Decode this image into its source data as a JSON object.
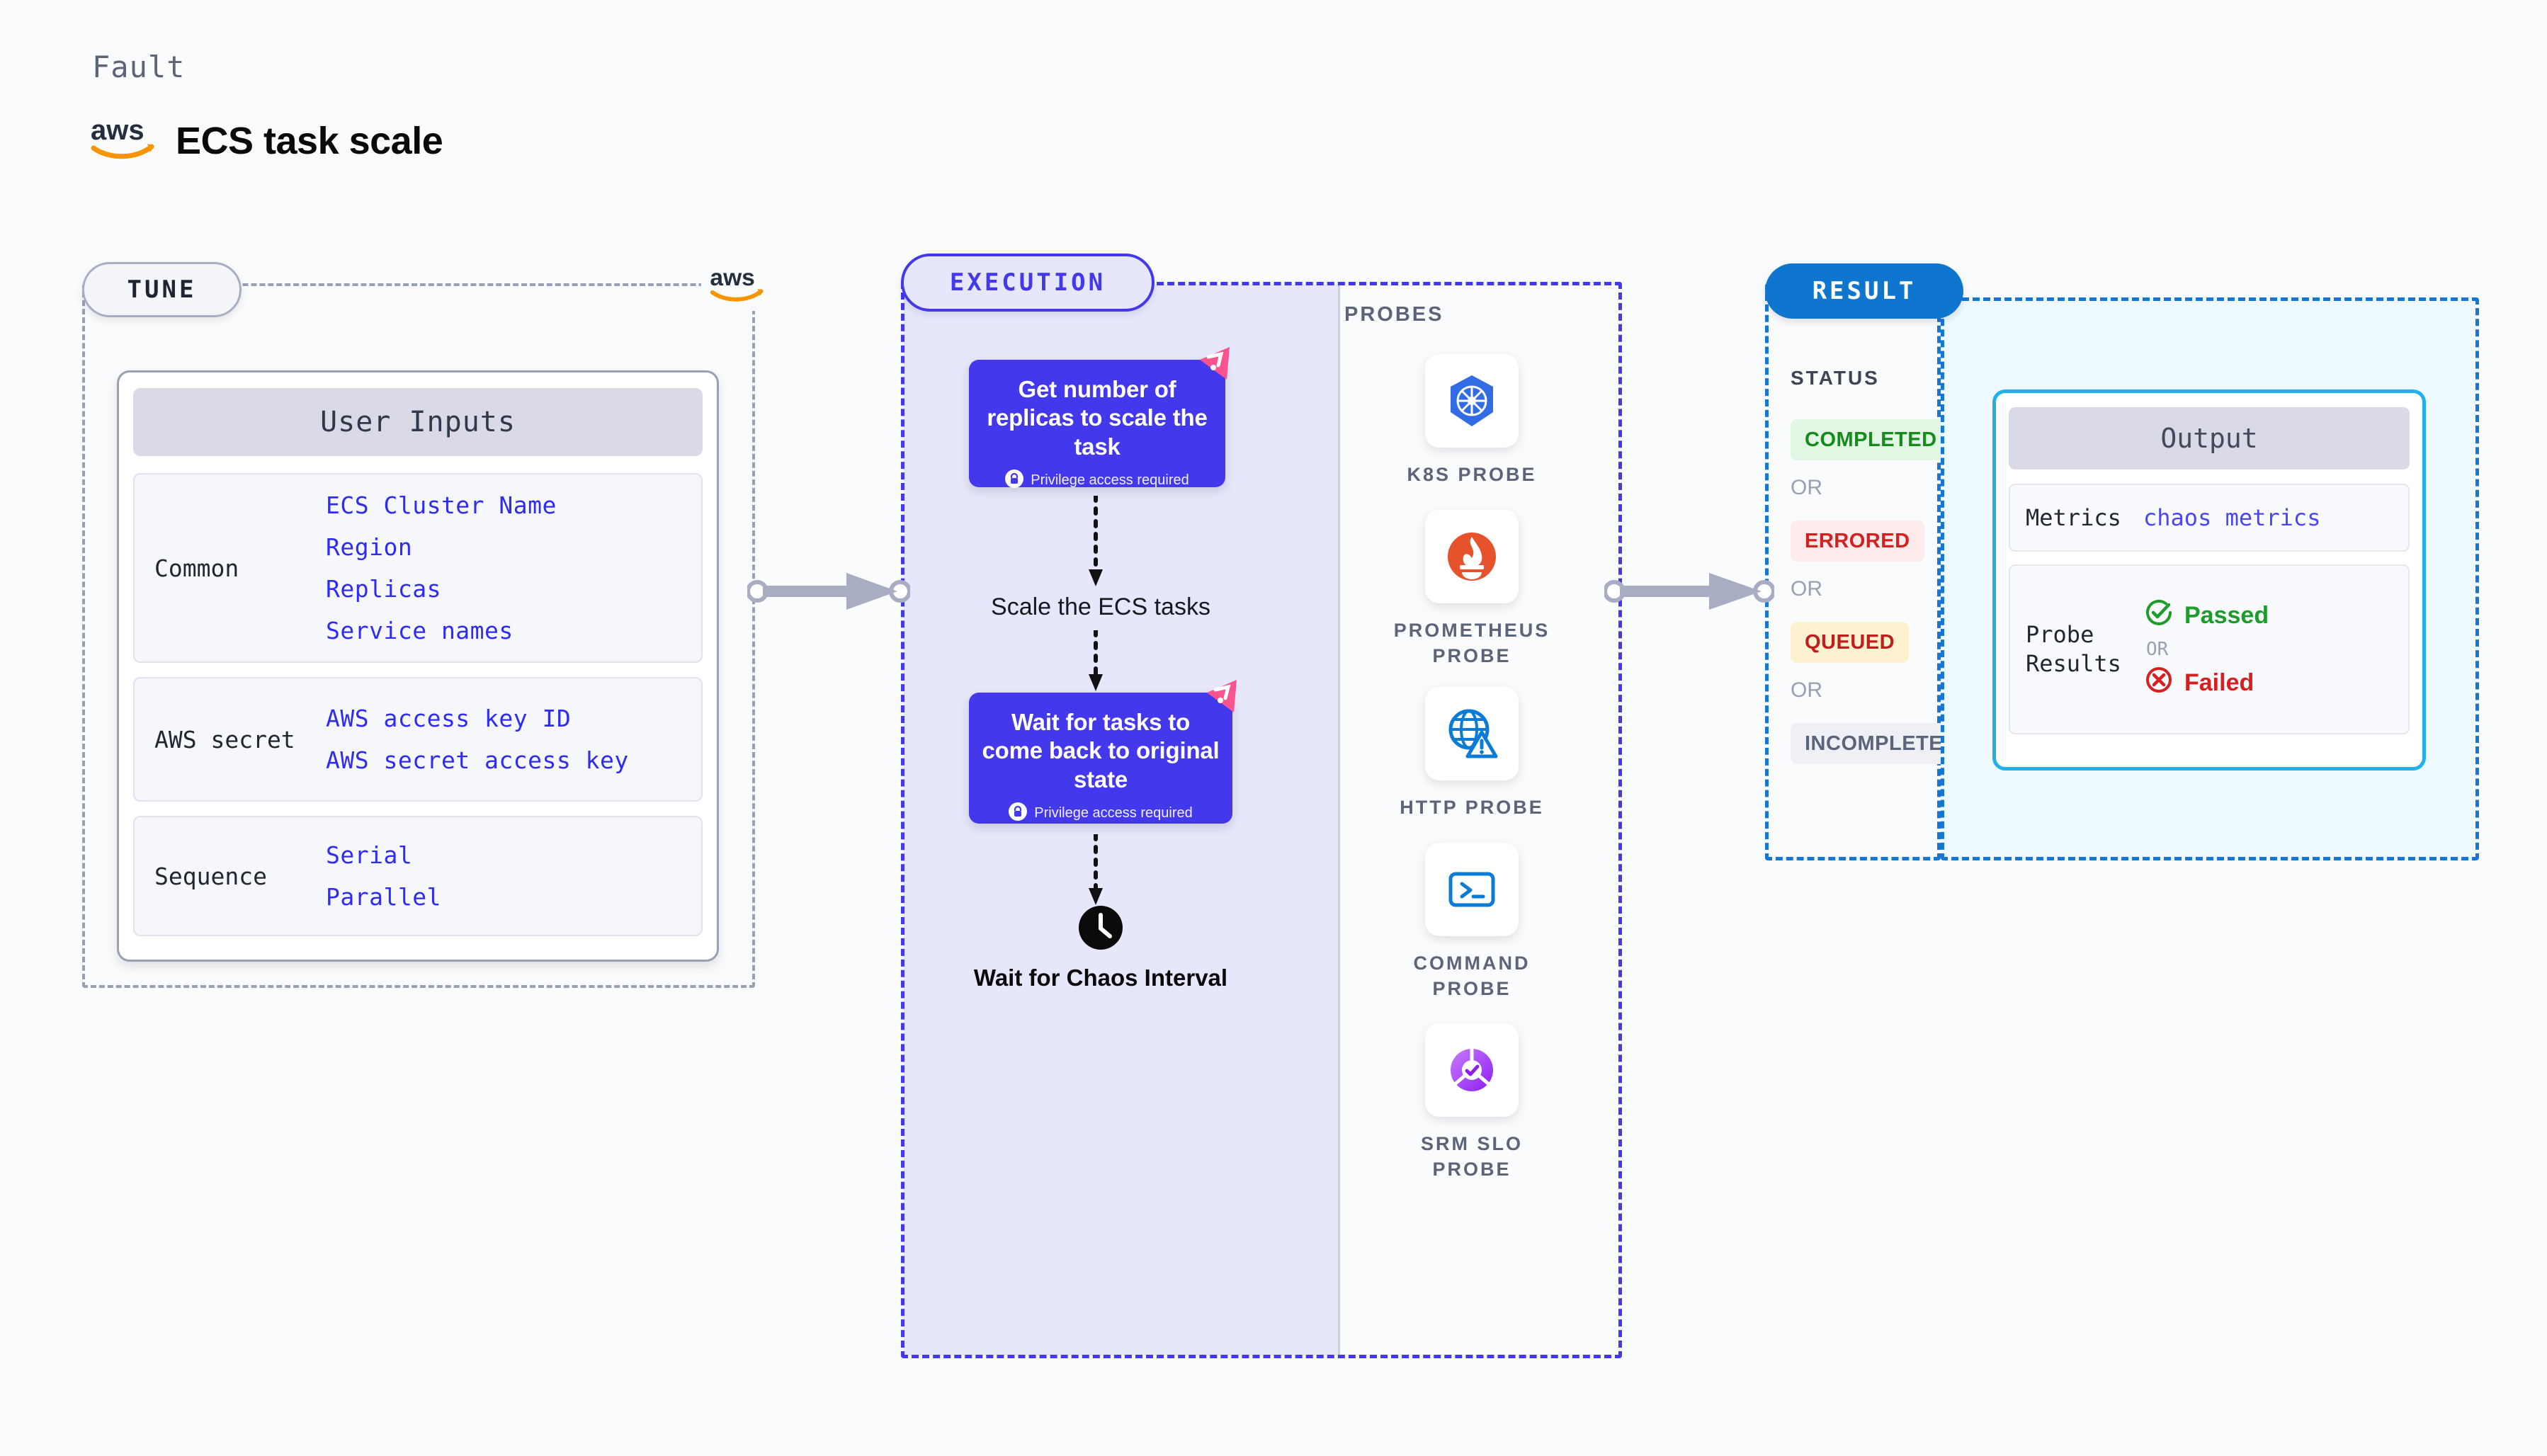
{
  "header": {
    "eyebrow": "Fault",
    "title": "ECS task scale",
    "logo_icon": "aws-logo-icon"
  },
  "tune": {
    "badge": "TUNE",
    "aws_icon": "aws-logo-icon",
    "card_title": "User Inputs",
    "groups": [
      {
        "label": "Common",
        "values": [
          "ECS Cluster Name",
          "Region",
          "Replicas",
          "Service names"
        ]
      },
      {
        "label": "AWS secret",
        "values": [
          "AWS access key ID",
          "AWS secret access key"
        ]
      },
      {
        "label": "Sequence",
        "values": [
          "Serial",
          "Parallel"
        ]
      }
    ]
  },
  "execution": {
    "badge": "EXECUTION",
    "steps": [
      {
        "title": "Get number of replicas to scale the task",
        "privilege": "Privilege access required",
        "lock_icon": "lock-icon",
        "ribbon_icon": "chaos-ribbon-icon"
      },
      {
        "title": "Wait for tasks to come back to original state",
        "privilege": "Privilege access required",
        "lock_icon": "lock-icon",
        "ribbon_icon": "chaos-ribbon-icon"
      }
    ],
    "mid_label": "Scale the ECS tasks",
    "wait": {
      "icon": "clock-icon",
      "caption": "Wait for Chaos Interval"
    }
  },
  "probes": {
    "title": "PROBES",
    "items": [
      {
        "label": "K8S PROBE",
        "icon": "kubernetes-icon"
      },
      {
        "label": "PROMETHEUS PROBE",
        "icon": "prometheus-icon"
      },
      {
        "label": "HTTP PROBE",
        "icon": "http-globe-warning-icon"
      },
      {
        "label": "COMMAND PROBE",
        "icon": "terminal-icon"
      },
      {
        "label": "SRM SLO PROBE",
        "icon": "srm-slo-donut-icon"
      }
    ]
  },
  "result": {
    "badge": "RESULT",
    "status_title": "STATUS",
    "or_label": "OR",
    "statuses": [
      {
        "label": "COMPLETED",
        "color": "#168b1b",
        "bg": "#e2f6e4"
      },
      {
        "label": "ERRORED",
        "color": "#d32020",
        "bg": "#fdeaea"
      },
      {
        "label": "QUEUED",
        "color": "#c01d1d",
        "bg": "#fdf2cf"
      },
      {
        "label": "INCOMPLETED",
        "color": "#5b6479",
        "bg": "#eff0f5"
      }
    ]
  },
  "output": {
    "card_title": "Output",
    "metrics_label": "Metrics",
    "metrics_value": "chaos metrics",
    "probe_results_label": "Probe Results",
    "passed": "Passed",
    "failed": "Failed",
    "or_label": "OR",
    "passed_icon": "check-circle-icon",
    "failed_icon": "x-circle-icon"
  },
  "colors": {
    "purple": "#4338ec",
    "blue": "#1776d2",
    "cyan": "#22b0e8",
    "pink": "#f9548f",
    "aws_orange": "#f79400",
    "gray": "#9aa0b4"
  }
}
